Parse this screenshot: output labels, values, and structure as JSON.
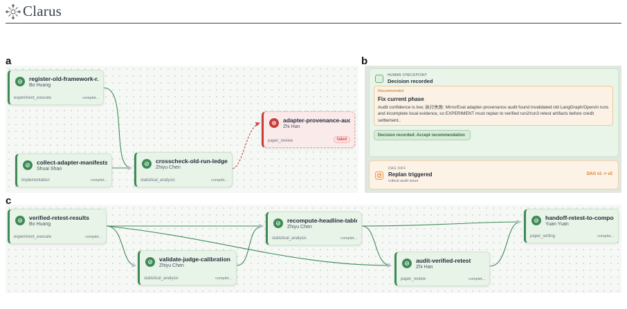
{
  "brand": {
    "name": "Clarus"
  },
  "panels": {
    "a": "a",
    "b": "b",
    "c": "c"
  },
  "panel_a": {
    "nodes": [
      {
        "id": "register",
        "title": "register-old-framework-r...",
        "person": "Bo Huang",
        "type": "experiment_execute",
        "status": "complet..."
      },
      {
        "id": "collect",
        "title": "collect-adapter-manifests",
        "person": "Shuai Shao",
        "type": "implementation",
        "status": "complet..."
      },
      {
        "id": "crosscheck",
        "title": "crosscheck-old-run-ledger",
        "person": "Zhiyu Chen",
        "type": "statistical_analysis",
        "status": "complet..."
      },
      {
        "id": "provenance",
        "title": "adapter-provenance-audit",
        "person": "Zhi Han",
        "type": "paper_review",
        "status": "failed"
      }
    ]
  },
  "panel_b": {
    "checkpoint": {
      "kicker": "HUMAN CHECKPOINT",
      "title": "Decision recorded",
      "recommended_label": "Recommended",
      "recommended_title": "Fix current phase",
      "recommended_body": "Audit confidence is low; 执行失败: MirrorEval adapter-provenance audit found invalidated old LangGraph/OpenAI runs and incomplete local evidence, so EXPERIMENT must replan to verified run2/run3 retest artifacts before credit settlement..",
      "decision": "Decision recorded: Accept recommendation"
    },
    "dag_diff": {
      "kicker": "DAG DIFF",
      "title": "Replan triggered",
      "subtitle": "critical audit issue",
      "version": "DAG v1 -> v2"
    }
  },
  "panel_c": {
    "nodes": [
      {
        "id": "verified",
        "title": "verified-retest-results",
        "person": "Bo Huang",
        "type": "experiment_execute",
        "status": "complet..."
      },
      {
        "id": "validate",
        "title": "validate-judge-calibration",
        "person": "Zhiyu Chen",
        "type": "statistical_analysis",
        "status": "complet..."
      },
      {
        "id": "recompute",
        "title": "recompute-headline-table",
        "person": "Zhiyu Chen",
        "type": "statistical_analysis",
        "status": "complet..."
      },
      {
        "id": "audit",
        "title": "audit-verified-retest",
        "person": "Zhi Han",
        "type": "paper_review",
        "status": "complet..."
      },
      {
        "id": "handoff",
        "title": "handoff-retest-to-compo...",
        "person": "Yuan Yuan",
        "type": "paper_writing",
        "status": "complet..."
      }
    ]
  },
  "colors": {
    "done": "#3d8a55",
    "failed": "#c73b3b",
    "warning": "#d97a2b"
  }
}
